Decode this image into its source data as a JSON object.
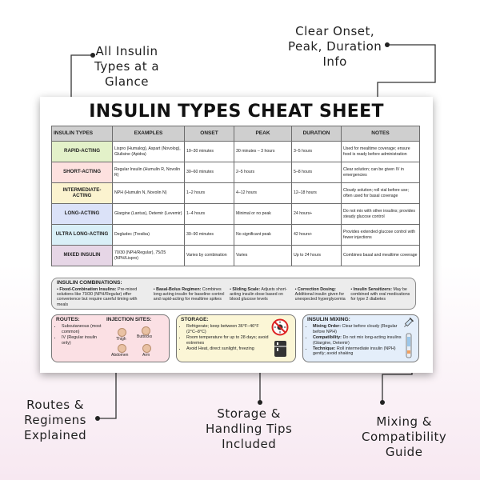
{
  "callouts": {
    "all_types": [
      "All Insulin",
      "Types at a",
      "Glance"
    ],
    "onset_peak": [
      "Clear Onset,",
      "Peak, Duration",
      "Info"
    ],
    "routes": [
      "Routes &",
      "Regimens",
      "Explained"
    ],
    "storage": [
      "Storage &",
      "Handling Tips",
      "Included"
    ],
    "mixing": [
      "Mixing &",
      "Compatibility",
      "Guide"
    ]
  },
  "sheet": {
    "title": "INSULIN TYPES CHEAT SHEET",
    "headers": [
      "INSULIN TYPES",
      "EXAMPLES",
      "ONSET",
      "PEAK",
      "DURATION",
      "NOTES"
    ],
    "rows": [
      {
        "type": "RAPID-ACTING",
        "color": "#e3f1c9",
        "examples": "Lispro (Humalog), Aspart (Novolog), Glulisine (Apidra)",
        "onset": "10–30 minutes",
        "peak": "30 minutes – 3 hours",
        "duration": "3–5 hours",
        "notes": "Used for mealtime coverage; ensure food is ready before administration"
      },
      {
        "type": "SHORT-ACTING",
        "color": "#fde1df",
        "examples": "Regular Insulin (Humulin R, Novolin R)",
        "onset": "30–60 minutes",
        "peak": "2–5 hours",
        "duration": "5–8 hours",
        "notes": "Clear solution; can be given IV in emergencies"
      },
      {
        "type": "INTERMEDIATE-ACTING",
        "color": "#fbf3cf",
        "examples": "NPH (Humulin N, Novolin N)",
        "onset": "1–2 hours",
        "peak": "4–12 hours",
        "duration": "12–18 hours",
        "notes": "Cloudy solution; roll vial before use; often used for basal coverage"
      },
      {
        "type": "LONG-ACTING",
        "color": "#dbe2f8",
        "examples": "Glargine (Lantus), Detemir (Levemir)",
        "onset": "1–4 hours",
        "peak": "Minimal or no peak",
        "duration": "24 hours+",
        "notes": "Do not mix with other insulins; provides steady glucose control"
      },
      {
        "type": "ULTRA LONG-ACTING",
        "color": "#d9eff7",
        "examples": "Degludec (Tresiba)",
        "onset": "30–90 minutes",
        "peak": "No significant peak",
        "duration": "42 hours+",
        "notes": "Provides extended glucose control with fewer injections"
      },
      {
        "type": "MIXED INSULIN",
        "color": "#e6d6e6",
        "examples": "70/30 (NPH/Regular), 75/25 (NPH/Lispro)",
        "onset": "Varies by combination",
        "peak": "Varies",
        "duration": "Up to 24 hours",
        "notes": "Combines basal and mealtime coverage"
      }
    ],
    "combinations": {
      "title": "INSULIN COMBINATIONS:",
      "items": [
        {
          "label": "Fixed-Combination Insulins:",
          "text": "Pre-mixed solutions like 70/30 (NPH/Regular) offer convenience but require careful timing with meals"
        },
        {
          "label": "Basal-Bolus Regimen:",
          "text": "Combines long-acting insulin for baseline control and rapid-acting for mealtime spikes"
        },
        {
          "label": "Sliding Scale:",
          "text": "Adjusts short-acting insulin dose based on blood glucose levels"
        },
        {
          "label": "Correction Dosing:",
          "text": "Additional insulin given for unexpected hyperglycemia"
        },
        {
          "label": "Insulin Sensitizers:",
          "text": "May be combined with oral medications for type 2 diabetes"
        }
      ]
    },
    "routes": {
      "title": "ROUTES:",
      "items": [
        "Subcutaneous (most common)",
        "IV (Regular insulin only)"
      ],
      "sites_title": "INJECTION SITES:",
      "sites": [
        "Thigh",
        "Buttocks",
        "Abdomen",
        "Arm"
      ]
    },
    "storage": {
      "title": "STORAGE:",
      "items": [
        "Refrigerate; keep between 36°F–46°F (2°C–8°C)",
        "Room temperature for up to 28 days; avoid extremes",
        "Avoid Heat, direct sunlight, freezing"
      ]
    },
    "mixing": {
      "title": "INSULIN MIXING:",
      "items": [
        {
          "label": "Mixing Order:",
          "text": "Clear before cloudy (Regular before NPH)"
        },
        {
          "label": "Compatibility:",
          "text": "Do not mix long-acting insulins (Glargine, Detemir)"
        },
        {
          "label": "Technique:",
          "text": "Roll intermediate insulin (NPH) gently; avoid shaking"
        }
      ]
    }
  }
}
